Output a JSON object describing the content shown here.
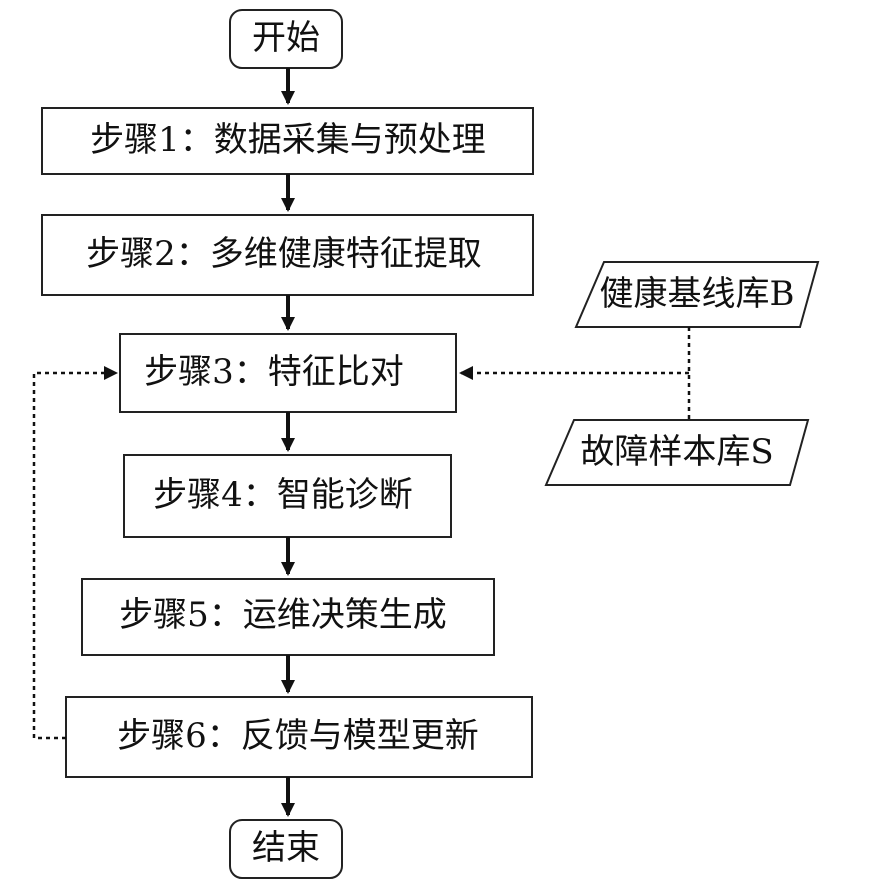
{
  "diagram": {
    "start_label": "开始",
    "end_label": "结束",
    "steps": [
      "步骤1：数据采集与预处理",
      "步骤2：多维健康特征提取",
      "步骤3：特征比对",
      "步骤4：智能诊断",
      "步骤5：运维决策生成",
      "步骤6：反馈与模型更新"
    ],
    "databases": {
      "baseline": "健康基线库B",
      "fault": "故障样本库S"
    }
  }
}
